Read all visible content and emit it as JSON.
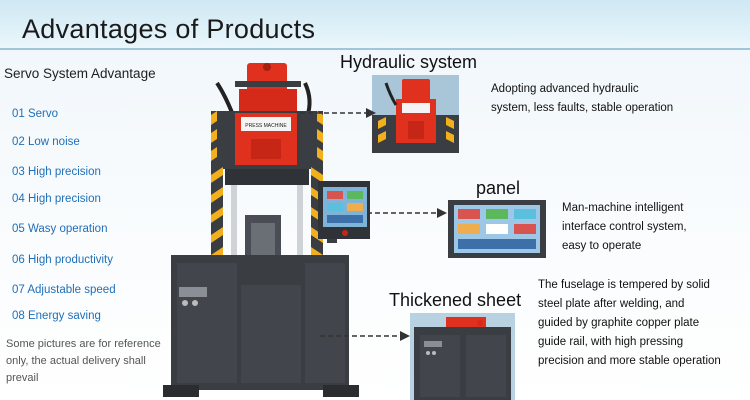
{
  "header": {
    "title": "Advantages of Products"
  },
  "left": {
    "subtitle": "Servo System Advantage",
    "items": [
      "01 Servo",
      "02 Low noise",
      "03 High precision",
      "04 High precision",
      "05 Wasy operation",
      "06 High productivity",
      "07  Adjustable speed",
      "08 Energy saving"
    ],
    "note": "Some pictures are for reference only, the actual delivery shall prevail"
  },
  "machine": {
    "plate_text": "PRESS MACHINE"
  },
  "features": {
    "hydraulic": {
      "title": "Hydraulic system",
      "line1": "Adopting advanced hydraulic",
      "line2": "system, less faults, stable operation"
    },
    "panel": {
      "title": "panel",
      "line1": "Man-machine intelligent",
      "line2": "interface control system,",
      "line3": "easy to operate"
    },
    "sheet": {
      "title": "Thickened sheet",
      "line1": "The fuselage is tempered by solid",
      "line2": "steel plate after welding, and",
      "line3": "guided by graphite copper plate",
      "line4": "guide rail, with high pressing",
      "line5": "precision and more stable operation"
    }
  },
  "colors": {
    "cylinder": "#e0301e",
    "frame": "#3a3d42",
    "hazard": "#f2b01c",
    "link_blue": "#1f6fb8",
    "header_bg": "#d7ecf6"
  }
}
